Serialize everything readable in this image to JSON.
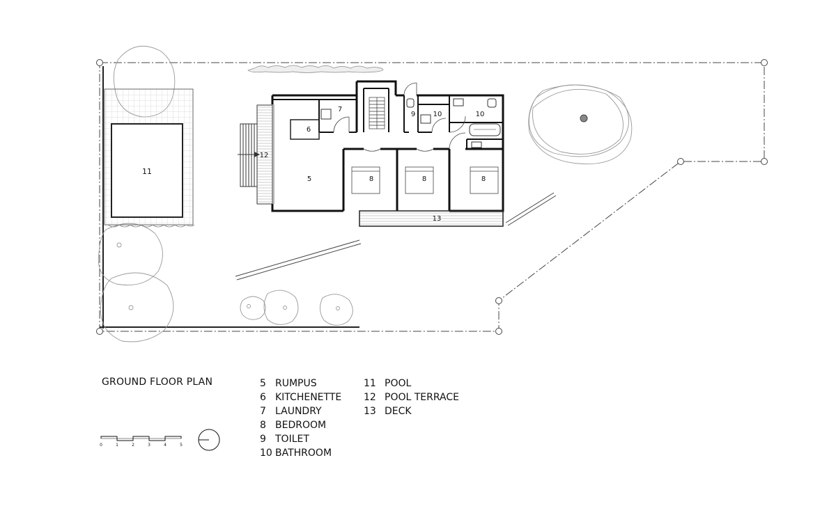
{
  "title": "GROUND FLOOR PLAN",
  "plan_labels": {
    "pool": "11",
    "rumpus": "5",
    "kitchenette": "6",
    "laundry": "7",
    "pool_terrace": "12",
    "bedroom_a": "8",
    "bedroom_b": "8",
    "bedroom_c": "8",
    "toilet": "9",
    "bathroom_a": "10",
    "bathroom_b": "10",
    "deck": "13"
  },
  "legend": {
    "col1": [
      {
        "num": "5",
        "name": "RUMPUS"
      },
      {
        "num": "6",
        "name": "KITCHENETTE"
      },
      {
        "num": "7",
        "name": "LAUNDRY"
      },
      {
        "num": "8",
        "name": "BEDROOM"
      },
      {
        "num": "9",
        "name": "TOILET"
      },
      {
        "num": "10",
        "name": "BATHROOM"
      }
    ],
    "col2": [
      {
        "num": "11",
        "name": "POOL"
      },
      {
        "num": "12",
        "name": "POOL TERRACE"
      },
      {
        "num": "13",
        "name": "DECK"
      }
    ]
  },
  "scale_bar": {
    "ticks": [
      "0",
      "1",
      "2",
      "3",
      "4",
      "5"
    ]
  }
}
